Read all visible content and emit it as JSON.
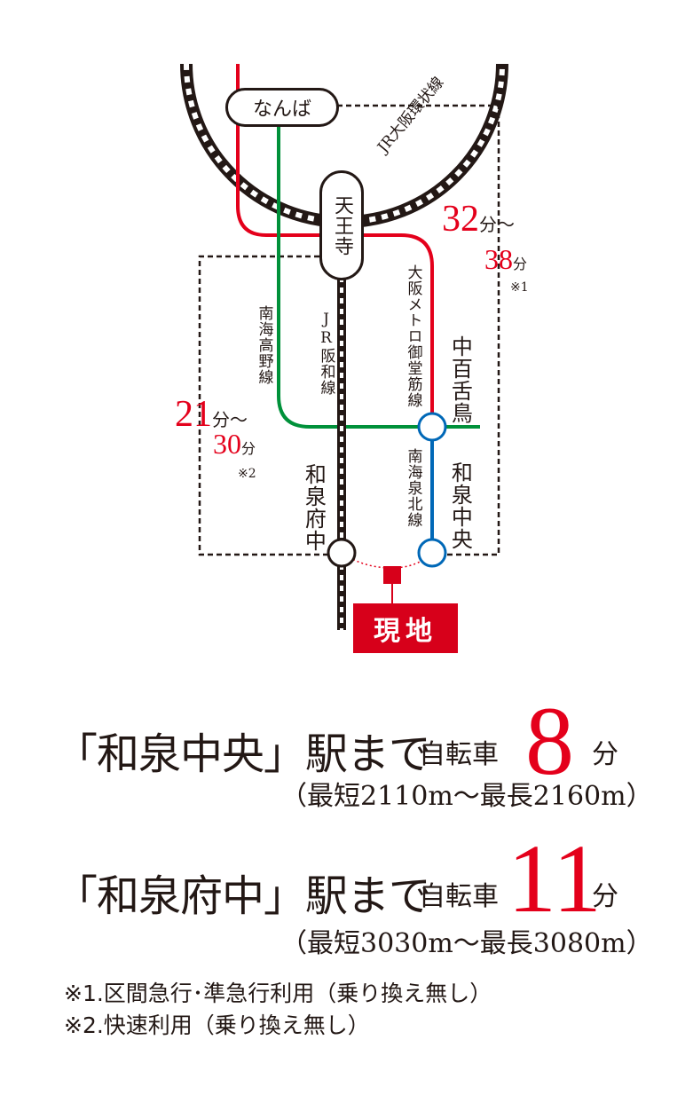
{
  "colors": {
    "red": "#e4001b",
    "green": "#00913a",
    "blue": "#0068b7",
    "black": "#231815"
  },
  "map": {
    "loop_line_label": "JR大阪環状線",
    "stations": {
      "namba": "なんば",
      "tennoji": "天王寺",
      "nakamozu": "中百舌鳥",
      "izumi_chuo": "和泉中央",
      "izumi_fuchu": "和泉府中"
    },
    "lines": {
      "nankai_koya": "南海高野線",
      "jr_hanwa": "JR阪和線",
      "midosuji": "大阪メトロ御堂筋線",
      "senboku": "南海泉北線"
    },
    "route_times": {
      "via_midosuji": {
        "primary": "32",
        "sep": "分〜",
        "secondary": "38",
        "unit": "分",
        "note": "※1"
      },
      "via_hanwa": {
        "primary": "21",
        "sep": "分〜",
        "secondary": "30",
        "unit": "分",
        "note": "※2"
      }
    },
    "site_label": "現地"
  },
  "access": [
    {
      "station": "「和泉中央」駅まで",
      "mode": "自転車",
      "minutes": "8",
      "unit": "分",
      "range": "（最短2110m〜最長2160m）"
    },
    {
      "station": "「和泉府中」駅まで",
      "mode": "自転車",
      "minutes": "11",
      "unit": "分",
      "range": "（最短3030m〜最長3080m）"
    }
  ],
  "footnotes": [
    "※1.区間急行･準急行利用（乗り換え無し）",
    "※2.快速利用（乗り換え無し）"
  ]
}
